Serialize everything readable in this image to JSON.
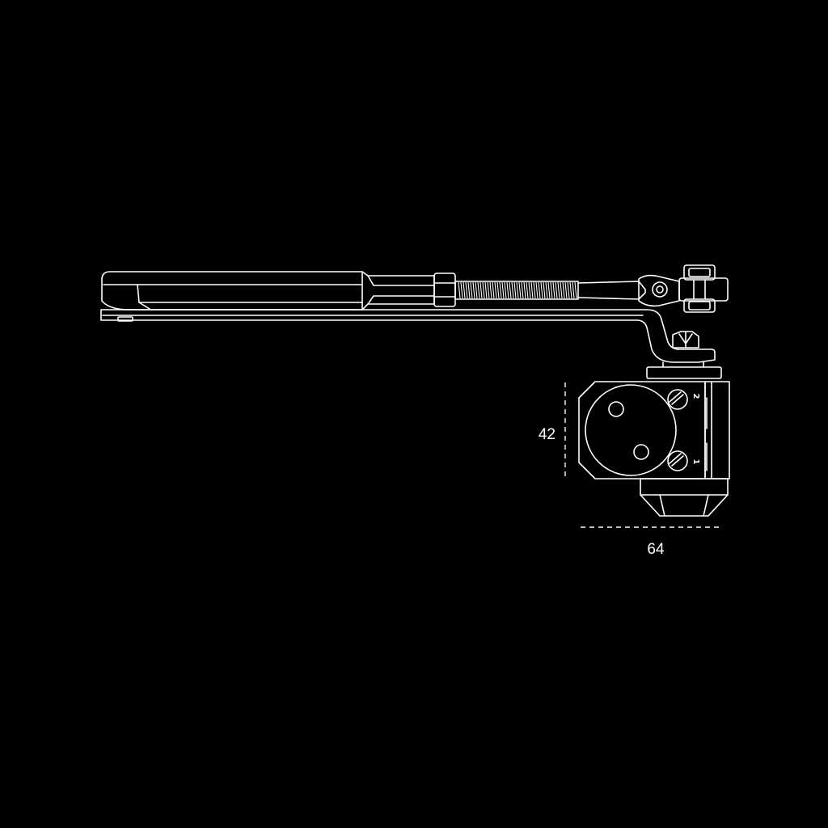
{
  "dimensions": {
    "height_label": "42",
    "width_label": "64"
  },
  "valve_marks": {
    "upper": "2",
    "lower": "1"
  },
  "colors": {
    "background": "#000000",
    "line": "#ffffff"
  }
}
